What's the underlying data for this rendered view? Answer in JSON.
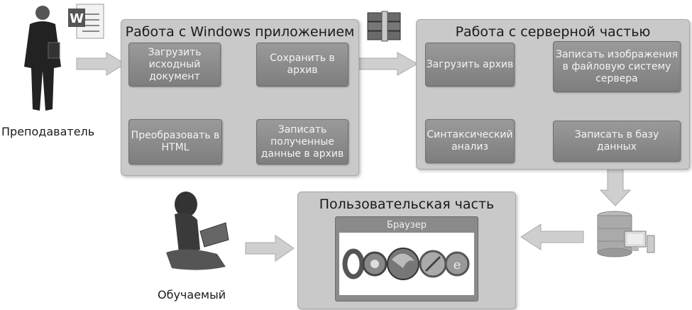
{
  "actors": {
    "teacher": "Преподаватель",
    "student": "Обучаемый"
  },
  "windows_app": {
    "title": "Работа с Windows приложением",
    "load_doc": "Загрузить исходный документ",
    "convert": "Преобразовать в HTML",
    "write_archive": "Записать полученные данные в архив",
    "save_archive": "Сохранить в архив"
  },
  "server": {
    "title": "Работа с серверной частью",
    "load_archive": "Загрузить архив",
    "parse": "Синтаксический анализ",
    "write_images": "Записать изображения в файловую систему сервера",
    "write_db": "Записать в базу данных"
  },
  "user_part": {
    "title": "Пользовательская часть",
    "browser": "Браузер"
  },
  "icons": [
    "word-document-icon",
    "archive-icon",
    "database-server-icon",
    "browser-logos-icon"
  ],
  "colors": {
    "panel": "#c9c9c9",
    "box": "#8a8a8a",
    "arrow_big": "#c8c8c8",
    "arrow_small": "#5a5a5a"
  }
}
